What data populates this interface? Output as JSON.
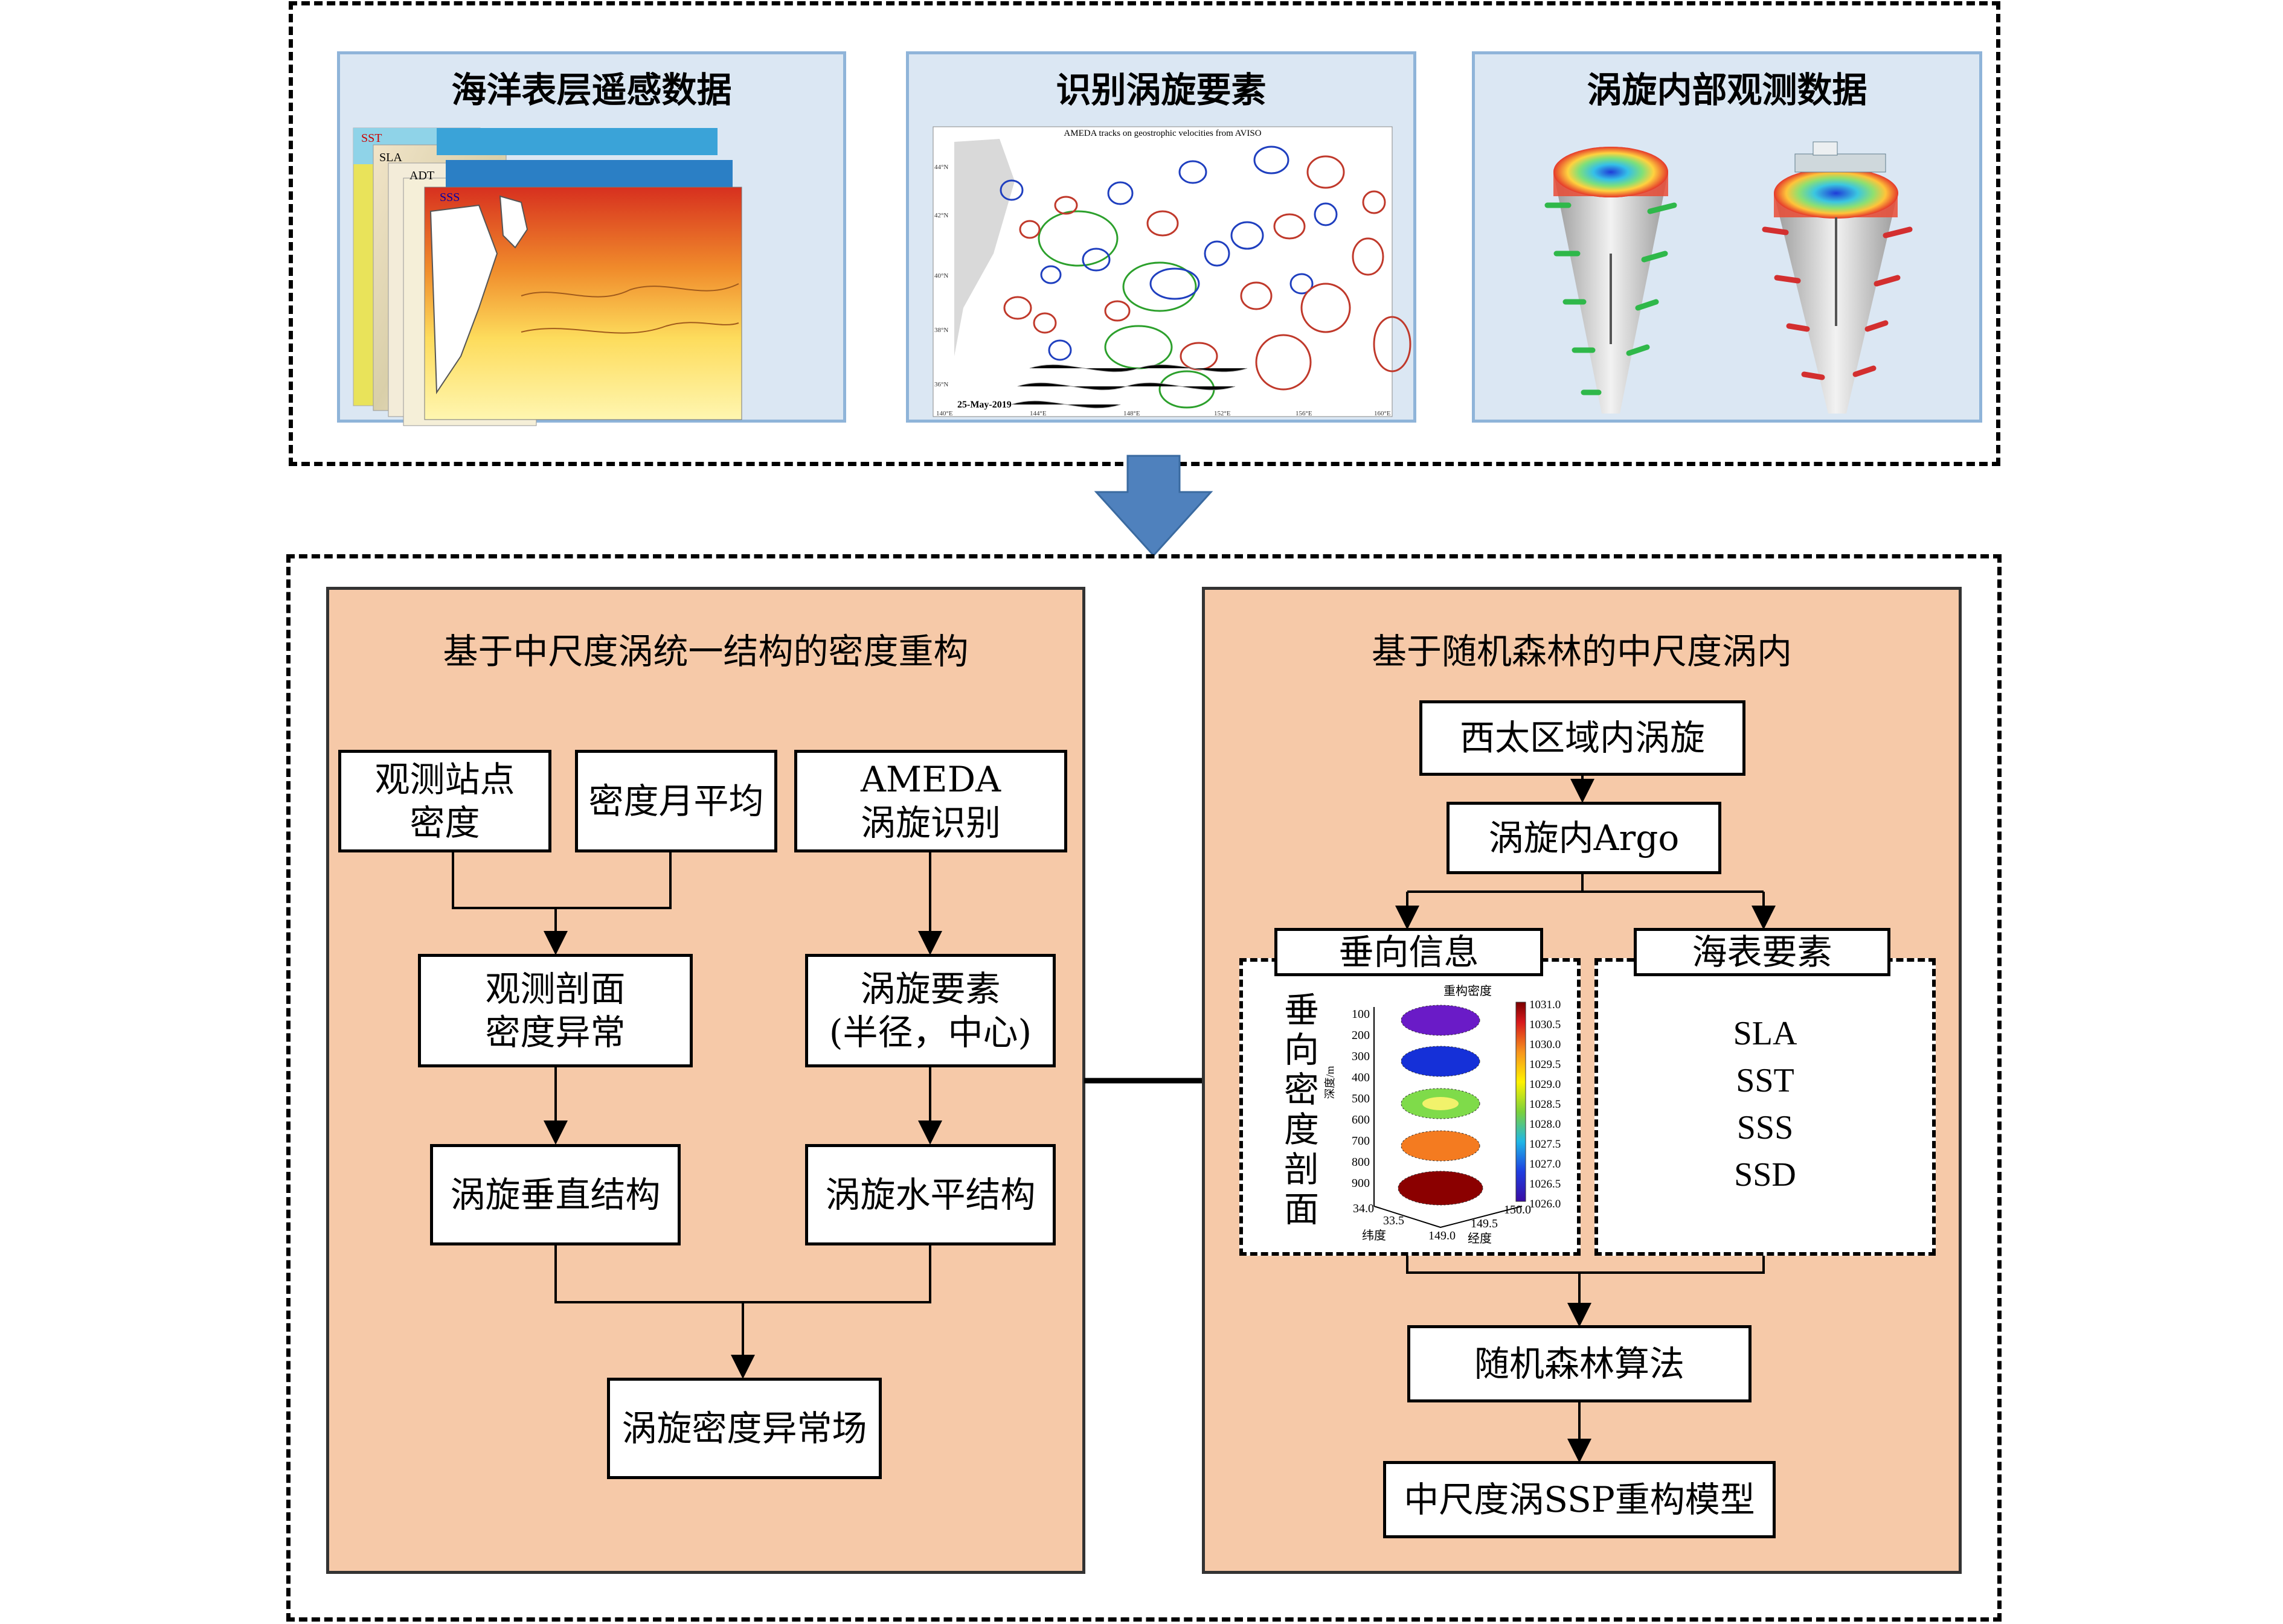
{
  "top": {
    "panel1": {
      "title": "海洋表层遥感数据",
      "layers": [
        "SST",
        "SLA",
        "ADT",
        "SSS"
      ]
    },
    "panel2": {
      "title": "识别涡旋要素",
      "map_title": "AMEDA tracks on geostrophic velocities from AVISO",
      "date": "25-May-2019",
      "lat_ticks": [
        "44°N",
        "42°N",
        "40°N",
        "38°N",
        "36°N"
      ],
      "lon_ticks": [
        "140°E",
        "144°E",
        "148°E",
        "152°E",
        "156°E",
        "160°E"
      ]
    },
    "panel3": {
      "title": "涡旋内部观测数据"
    }
  },
  "left": {
    "title": "基于中尺度涡统一结构的密度重构",
    "b1": "观测站点\n密度",
    "b2": "密度月平均",
    "b3": "AMEDA\n涡旋识别",
    "b4": "观测剖面\n密度异常",
    "b5": "涡旋要素\n(半径，中心)",
    "b6": "涡旋垂直结构",
    "b7": "涡旋水平结构",
    "b8": "涡旋密度异常场"
  },
  "right": {
    "title": "基于随机森林的中尺度涡内",
    "b1": "西太区域内涡旋",
    "b2": "涡旋内Argo",
    "b3": "垂向信息",
    "b4": "海表要素",
    "vertical_label": "垂向密度剖面",
    "plot": {
      "title": "重构密度",
      "depth_label": "深度/m",
      "depth_ticks": [
        "100",
        "200",
        "300",
        "400",
        "500",
        "600",
        "700",
        "800",
        "900"
      ],
      "lat_label": "纬度",
      "lat_ticks": [
        "34.0",
        "33.5"
      ],
      "lon_label": "经度",
      "lon_ticks": [
        "149.0",
        "149.5",
        "150.0"
      ],
      "cbar_ticks": [
        "1031.0",
        "1030.5",
        "1030.0",
        "1029.5",
        "1029.0",
        "1028.5",
        "1028.0",
        "1027.5",
        "1027.0",
        "1026.5",
        "1026.0"
      ]
    },
    "surface_items": [
      "SLA",
      "SST",
      "SSS",
      "SSD"
    ],
    "b5": "随机森林算法",
    "b6": "中尺度涡SSP重构模型"
  },
  "colors": {
    "arrow": "#4f81bd",
    "section": "#f6c9a8",
    "panel": "#dbe7f3"
  }
}
